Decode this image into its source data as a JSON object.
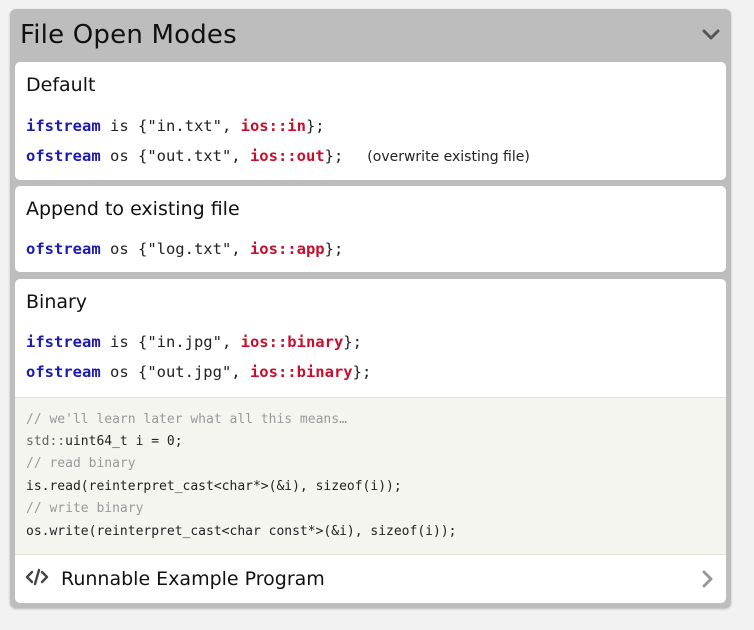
{
  "panel": {
    "title": "File Open Modes"
  },
  "default_card": {
    "title": "Default",
    "line1": {
      "type": "ifstream",
      "rest": " is {\"in.txt\", ",
      "mode": "ios::in",
      "end": "};"
    },
    "line2": {
      "type": "ofstream",
      "rest": " os {\"out.txt\", ",
      "mode": "ios::out",
      "end": "};",
      "note": "(overwrite existing file)"
    }
  },
  "append_card": {
    "title": "Append to existing file",
    "line1": {
      "type": "ofstream",
      "rest": " os {\"log.txt\", ",
      "mode": "ios::app",
      "end": "};"
    }
  },
  "binary_card": {
    "title": "Binary",
    "line1": {
      "type": "ifstream",
      "rest": " is {\"in.jpg\", ",
      "mode": "ios::binary",
      "end": "};"
    },
    "line2": {
      "type": "ofstream",
      "rest": " os {\"out.jpg\", ",
      "mode": "ios::binary",
      "end": "};"
    },
    "code": {
      "c1": "// we'll learn later what all this means…",
      "l2_ns": "std::",
      "l2_rest": "uint64_t i = 0;",
      "c3": "// read binary",
      "l4": "is.read(reinterpret_cast<char*>(&i), sizeof(i));",
      "c5": "// write binary",
      "l6": "os.write(reinterpret_cast<char const*>(&i), sizeof(i));"
    },
    "footer": {
      "label": "Runnable Example Program"
    }
  },
  "icons": {
    "collapse": "chevron-down-icon",
    "code": "code-icon",
    "open": "chevron-right-icon"
  }
}
